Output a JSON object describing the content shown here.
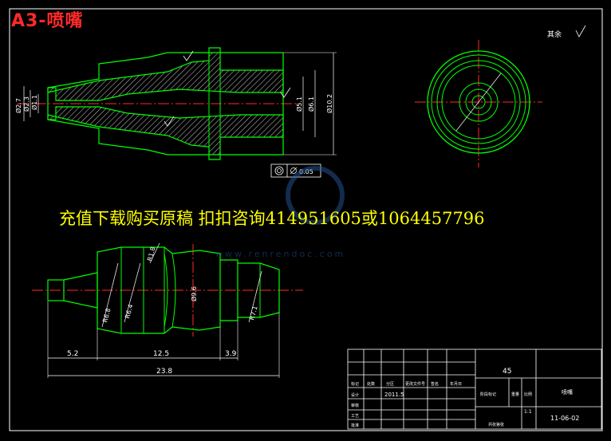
{
  "title": "A3-喷嘴",
  "advert": "充值下载购买原稿  扣扣咨询414951605或1064457796",
  "watermark_url": "www.renrendoc.com",
  "roughness_note": "其余",
  "dims": {
    "d27": "Ø2.7",
    "d23": "Ø2.3",
    "d11": "Ø1.1",
    "d51": "Ø5.1",
    "d61": "Ø6.1",
    "d102": "Ø10.2",
    "d96": "Ø9.6",
    "r18": "R1.8",
    "r68": "R6.8",
    "r64": "R6.4",
    "r71": "R7.1",
    "l52": "5.2",
    "l125": "12.5",
    "l39": "3.9",
    "l238": "23.8",
    "tol": "0.05"
  },
  "titleblock": {
    "material": "45",
    "name": "喷嘴",
    "drawing_no": "11-06-02",
    "scale": "1:1",
    "date": "2011.5",
    "row_labels": [
      "标记",
      "处数",
      "分区",
      "更改文件号",
      "签名",
      "年月日"
    ],
    "side_labels": [
      "设计",
      "审核",
      "工艺",
      "批准"
    ],
    "stage_labels": [
      "阶段标记",
      "重量",
      "比例"
    ],
    "sheet_label": "共张第张"
  }
}
